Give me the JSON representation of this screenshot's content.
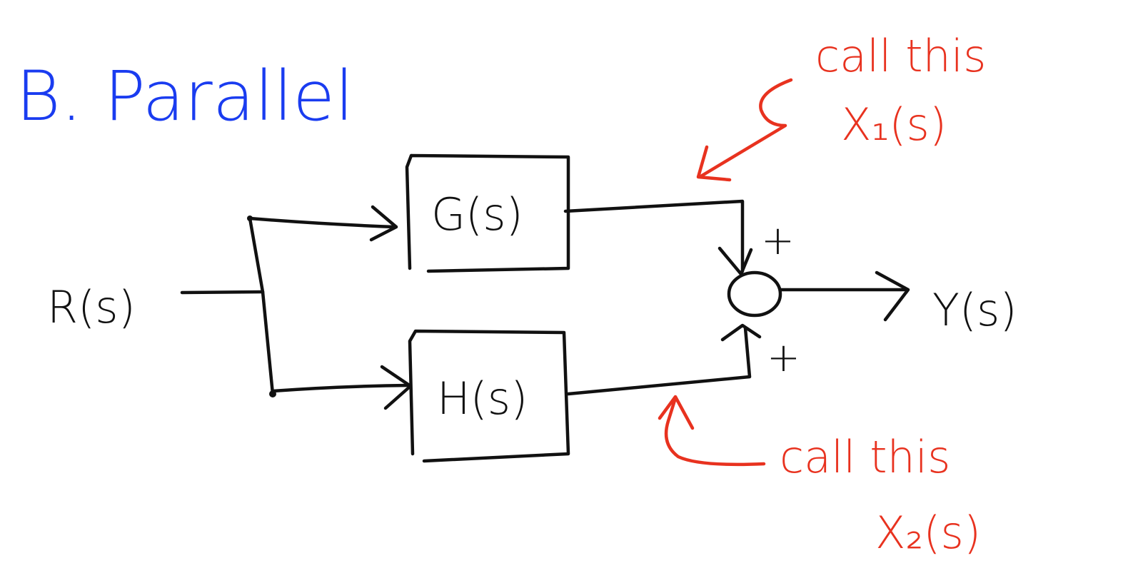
{
  "title": "B. Parallel",
  "colors": {
    "title": "#1a3cf0",
    "ink": "#111111",
    "annotation": "#e8321f",
    "background": "#ffffff"
  },
  "input_label": "R(s)",
  "output_label": "Y(s)",
  "blocks": {
    "top": "G(s)",
    "bottom": "H(s)"
  },
  "summing_junction": {
    "top_sign": "+",
    "bottom_sign": "+"
  },
  "annotations": {
    "top": {
      "line1": "call this",
      "line2": "X₁(s)"
    },
    "bottom": {
      "line1": "call this",
      "line2": "X₂(s)"
    }
  }
}
